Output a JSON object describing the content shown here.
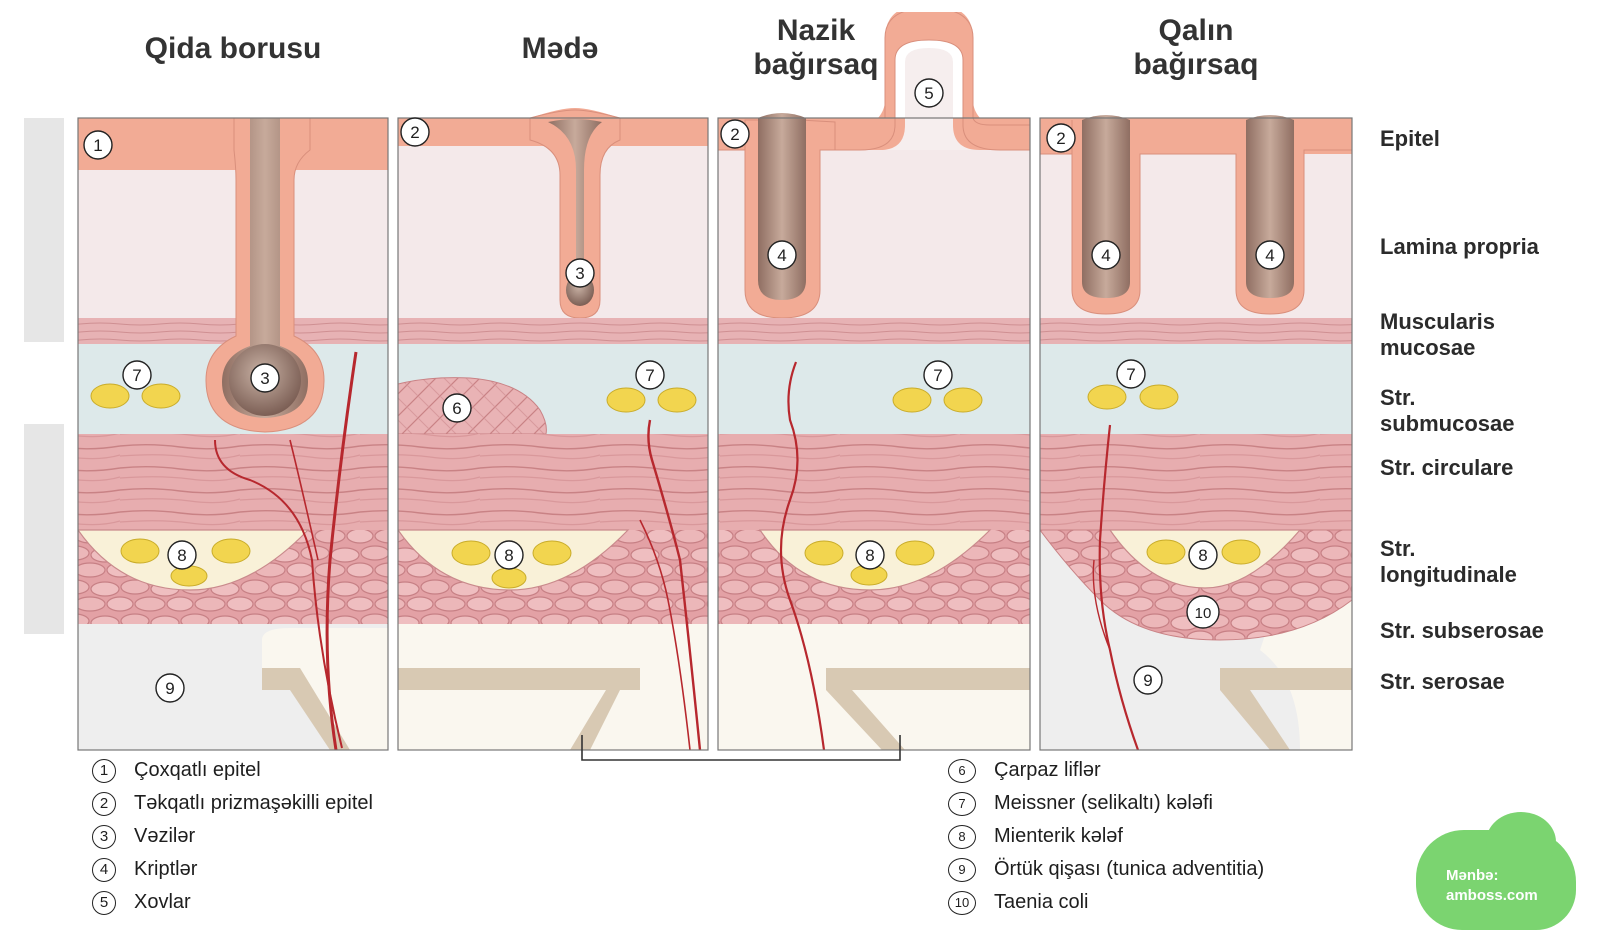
{
  "columns": [
    {
      "id": "esophagus",
      "title": "Qida borusu"
    },
    {
      "id": "stomach",
      "title": "Mədə"
    },
    {
      "id": "small-intestine",
      "title": "Nazik\nbağırsaq"
    },
    {
      "id": "large-intestine",
      "title": "Qalın\nbağırsaq"
    }
  ],
  "layers": [
    "Epitel",
    "Lamina propria",
    "Muscularis\nmucosae",
    "Str.\nsubmucosae",
    "Str. circulare",
    "Str.\nlongitudinale",
    "Str. subserosae",
    "Str. serosae"
  ],
  "legend": [
    {
      "num": "1",
      "text": "Çoxqatlı epitel"
    },
    {
      "num": "2",
      "text": "Təkqatlı prizmaşəkilli epitel"
    },
    {
      "num": "3",
      "text": "Vəzilər"
    },
    {
      "num": "4",
      "text": "Kriptlər"
    },
    {
      "num": "5",
      "text": "Xovlar"
    },
    {
      "num": "6",
      "text": "Çarpaz liflər"
    },
    {
      "num": "7",
      "text": "Meissner (selikaltı) kələfi"
    },
    {
      "num": "8",
      "text": "Mienterik kələf"
    },
    {
      "num": "9",
      "text": "Örtük qişası (tunica adventitia)"
    },
    {
      "num": "10",
      "text": "Taenia coli"
    }
  ],
  "source": "Mənbə:\namboss.com",
  "colors": {
    "epithelium": "#f2ab95",
    "gland": "#b89484",
    "lamina": "#f4e9ea",
    "muscle": "#e7aeb0",
    "submucosa": "#dde9ea",
    "plexus": "#f9f1d8",
    "ganglion": "#f2d54f",
    "vessel": "#b7282e",
    "serosa": "#d8c9b3"
  }
}
